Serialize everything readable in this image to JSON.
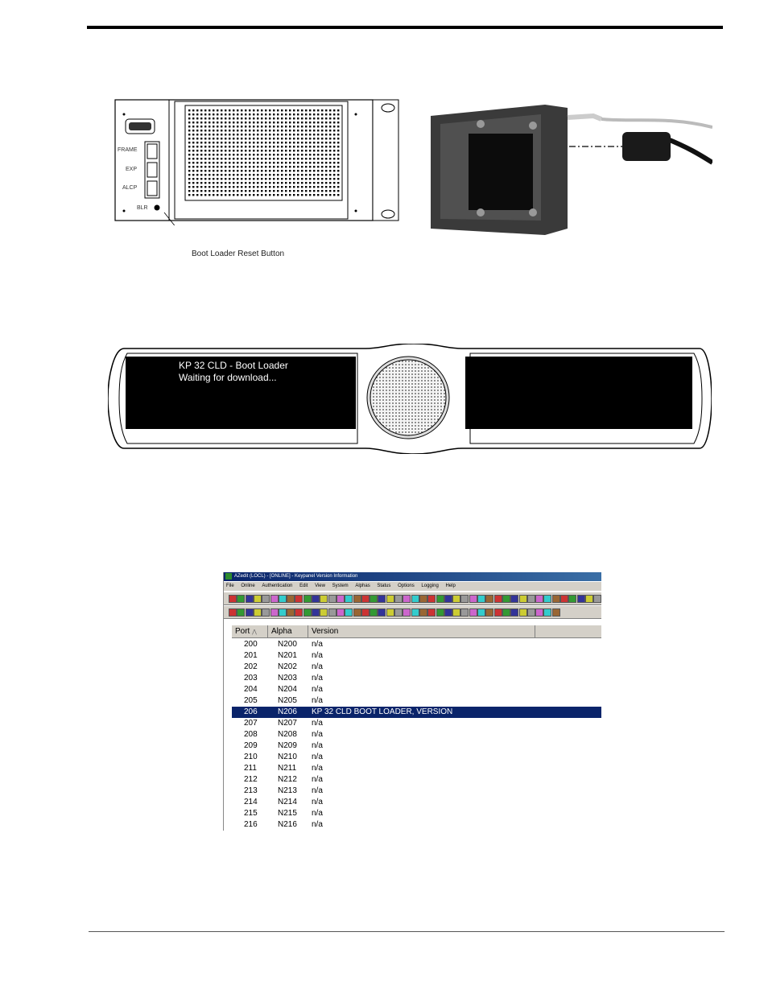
{
  "rear_panel": {
    "labels": [
      "FRAME",
      "EXP",
      "ALCP",
      "BLR"
    ],
    "caption": "Boot Loader Reset Button"
  },
  "keypanel": {
    "line1": "KP 32 CLD - Boot Loader",
    "line2": "Waiting for download..."
  },
  "app": {
    "title": "AZedit (LOCL) - [ONLINE] - Keypanel Version Information",
    "menu": [
      "File",
      "Online",
      "Authentication",
      "Edit",
      "View",
      "System",
      "Alphas",
      "Status",
      "Options",
      "Logging",
      "Help"
    ],
    "columns": [
      "Port",
      "Alpha",
      "Version"
    ],
    "rows": [
      {
        "port": "200",
        "alpha": "N200",
        "version": "n/a"
      },
      {
        "port": "201",
        "alpha": "N201",
        "version": "n/a"
      },
      {
        "port": "202",
        "alpha": "N202",
        "version": "n/a"
      },
      {
        "port": "203",
        "alpha": "N203",
        "version": "n/a"
      },
      {
        "port": "204",
        "alpha": "N204",
        "version": "n/a"
      },
      {
        "port": "205",
        "alpha": "N205",
        "version": "n/a"
      },
      {
        "port": "206",
        "alpha": "N206",
        "version": "KP 32 CLD BOOT LOADER, VERSION",
        "selected": true
      },
      {
        "port": "207",
        "alpha": "N207",
        "version": "n/a"
      },
      {
        "port": "208",
        "alpha": "N208",
        "version": "n/a"
      },
      {
        "port": "209",
        "alpha": "N209",
        "version": "n/a"
      },
      {
        "port": "210",
        "alpha": "N210",
        "version": "n/a"
      },
      {
        "port": "211",
        "alpha": "N211",
        "version": "n/a"
      },
      {
        "port": "212",
        "alpha": "N212",
        "version": "n/a"
      },
      {
        "port": "213",
        "alpha": "N213",
        "version": "n/a"
      },
      {
        "port": "214",
        "alpha": "N214",
        "version": "n/a"
      },
      {
        "port": "215",
        "alpha": "N215",
        "version": "n/a"
      },
      {
        "port": "216",
        "alpha": "N216",
        "version": "n/a"
      }
    ]
  }
}
